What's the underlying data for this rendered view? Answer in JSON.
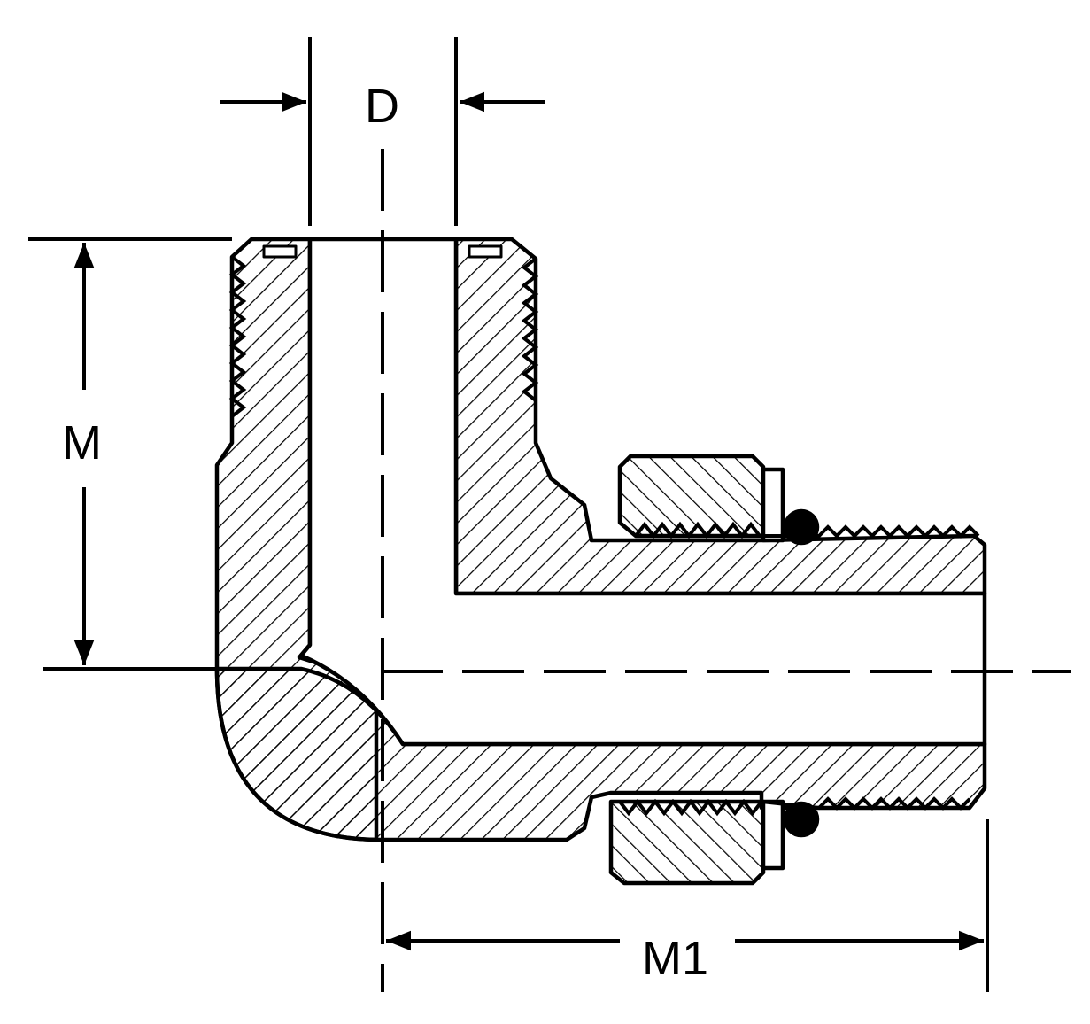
{
  "labels": {
    "D": "D",
    "M": "M",
    "M1": "M1"
  },
  "colors": {
    "ink": "#000000",
    "paper": "#ffffff"
  }
}
